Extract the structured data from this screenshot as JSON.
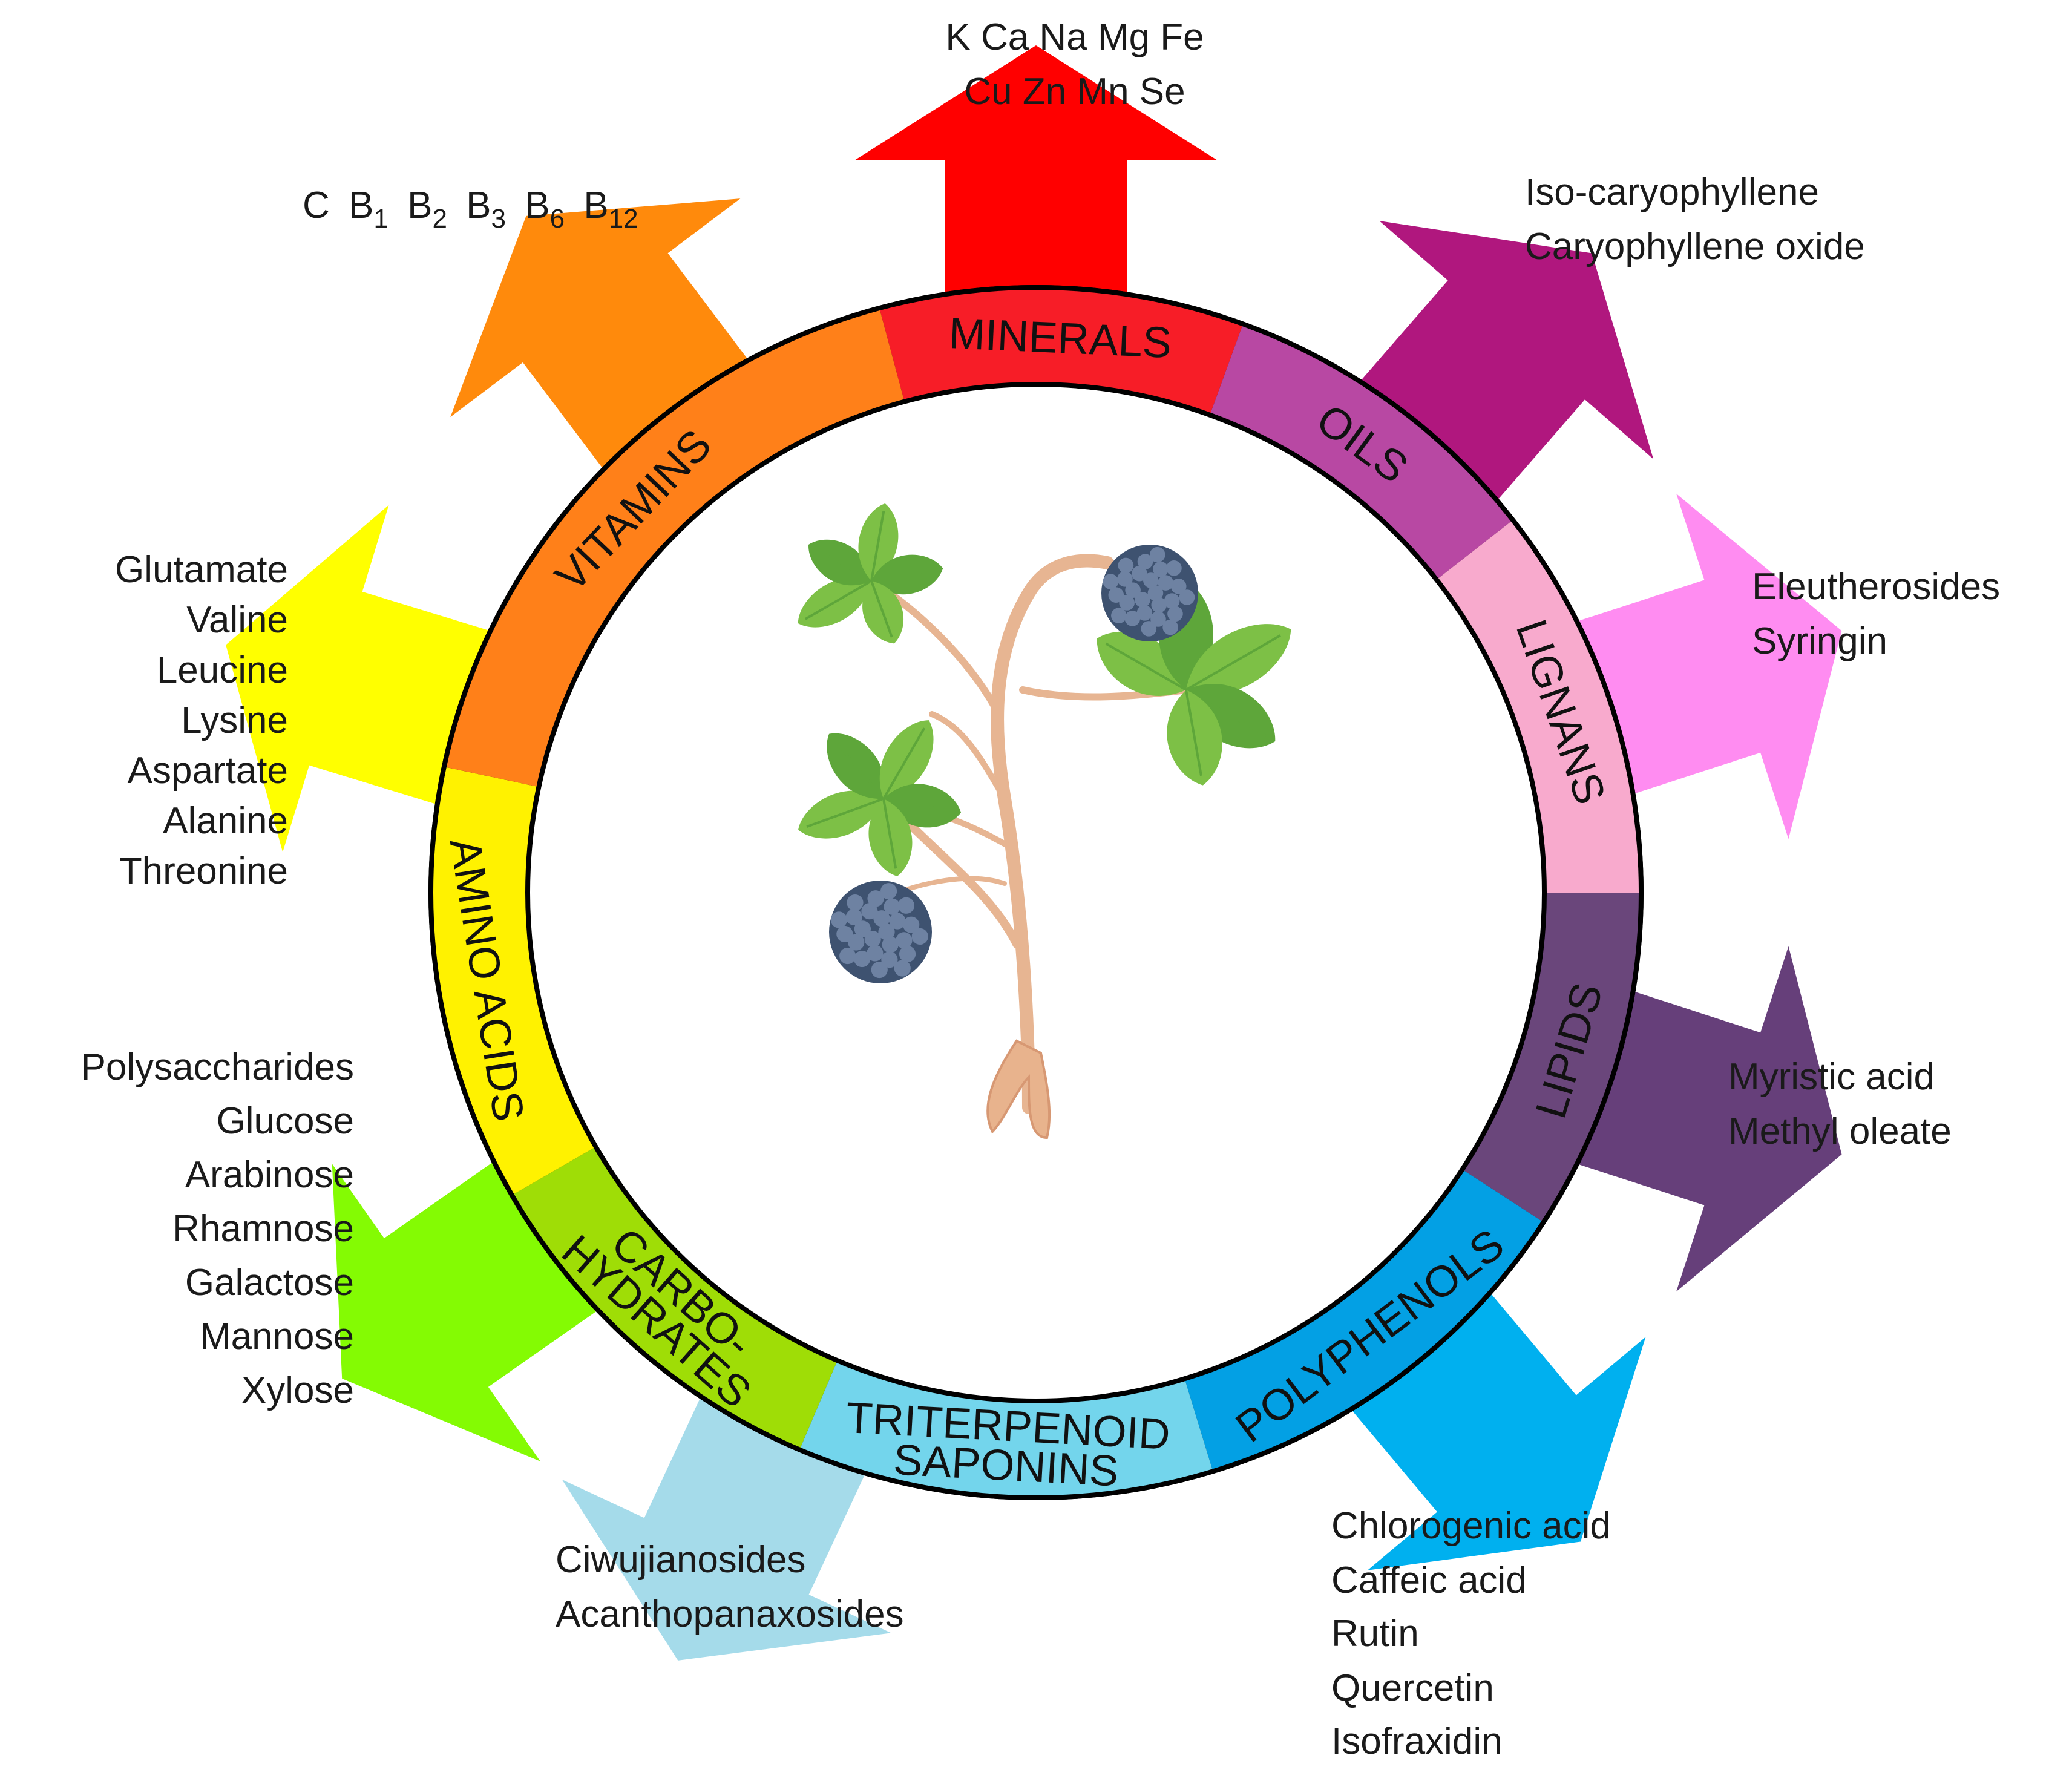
{
  "segments": [
    {
      "key": "minerals",
      "color": "#f71d27",
      "arrow_color": "#ff0000",
      "label_lines": [
        "MINERALS"
      ],
      "items": [
        "K  Ca  Na  Mg  Fe",
        "Cu  Zn  Mn  Se"
      ]
    },
    {
      "key": "oils",
      "color": "#b848a3",
      "arrow_color": "#b0177e",
      "label_lines": [
        "OILS"
      ],
      "items": [
        "Iso-caryophyllene",
        "Caryophyllene oxide"
      ]
    },
    {
      "key": "lignans",
      "color": "#f8aacd",
      "arrow_color": "#ff8cf1",
      "label_lines": [
        "LIGNANS"
      ],
      "items": [
        "Eleutherosides",
        "Syringin"
      ]
    },
    {
      "key": "lipids",
      "color": "#6a467b",
      "arrow_color": "#663f7a",
      "label_lines": [
        "LIPIDS"
      ],
      "items": [
        "Myristic acid",
        "Methyl oleate"
      ]
    },
    {
      "key": "polyphenols",
      "color": "#03a0e4",
      "arrow_color": "#00b0ef",
      "label_lines": [
        "POLYPHENOLS"
      ],
      "items": [
        "Chlorogenic acid",
        "Caffeic acid",
        "Rutin",
        "Quercetin",
        "Isofraxidin"
      ]
    },
    {
      "key": "saponins",
      "color": "#73d5ec",
      "arrow_color": "#a5dbea",
      "label_lines": [
        "TRITERPENOID",
        "SAPONINS"
      ],
      "items": [
        "Ciwujianosides",
        "Acanthopanaxosides"
      ]
    },
    {
      "key": "carbohydrates",
      "color": "#9fdd06",
      "arrow_color": "#84fb03",
      "label_lines": [
        "CARBO-",
        "HYDRATES"
      ],
      "items": [
        "Polysaccharides",
        "Glucose",
        "Arabinose",
        "Rhamnose",
        "Galactose",
        "Mannose",
        "Xylose"
      ]
    },
    {
      "key": "amino_acids",
      "color": "#fff200",
      "arrow_color": "#ffff00",
      "label_lines": [
        "AMINO ACIDS"
      ],
      "items": [
        "Glutamate",
        "Valine",
        "Leucine",
        "Lysine",
        "Aspartate",
        "Alanine",
        "Threonine"
      ]
    },
    {
      "key": "vitamins",
      "color": "#ff8019",
      "arrow_color": "#ff8a0c",
      "label_lines": [
        "VITAMINS"
      ],
      "items": []
    }
  ],
  "vitamins_list": [
    {
      "base": "C",
      "sub": ""
    },
    {
      "base": "B",
      "sub": "1"
    },
    {
      "base": "B",
      "sub": "2"
    },
    {
      "base": "B",
      "sub": "3"
    },
    {
      "base": "B",
      "sub": "6"
    },
    {
      "base": "B",
      "sub": "12"
    }
  ],
  "plant": {
    "leaf_color": "#7dc046",
    "leaf_dark": "#5ea63a",
    "stem_color": "#e7b592",
    "berry_color": "#3e5270"
  }
}
